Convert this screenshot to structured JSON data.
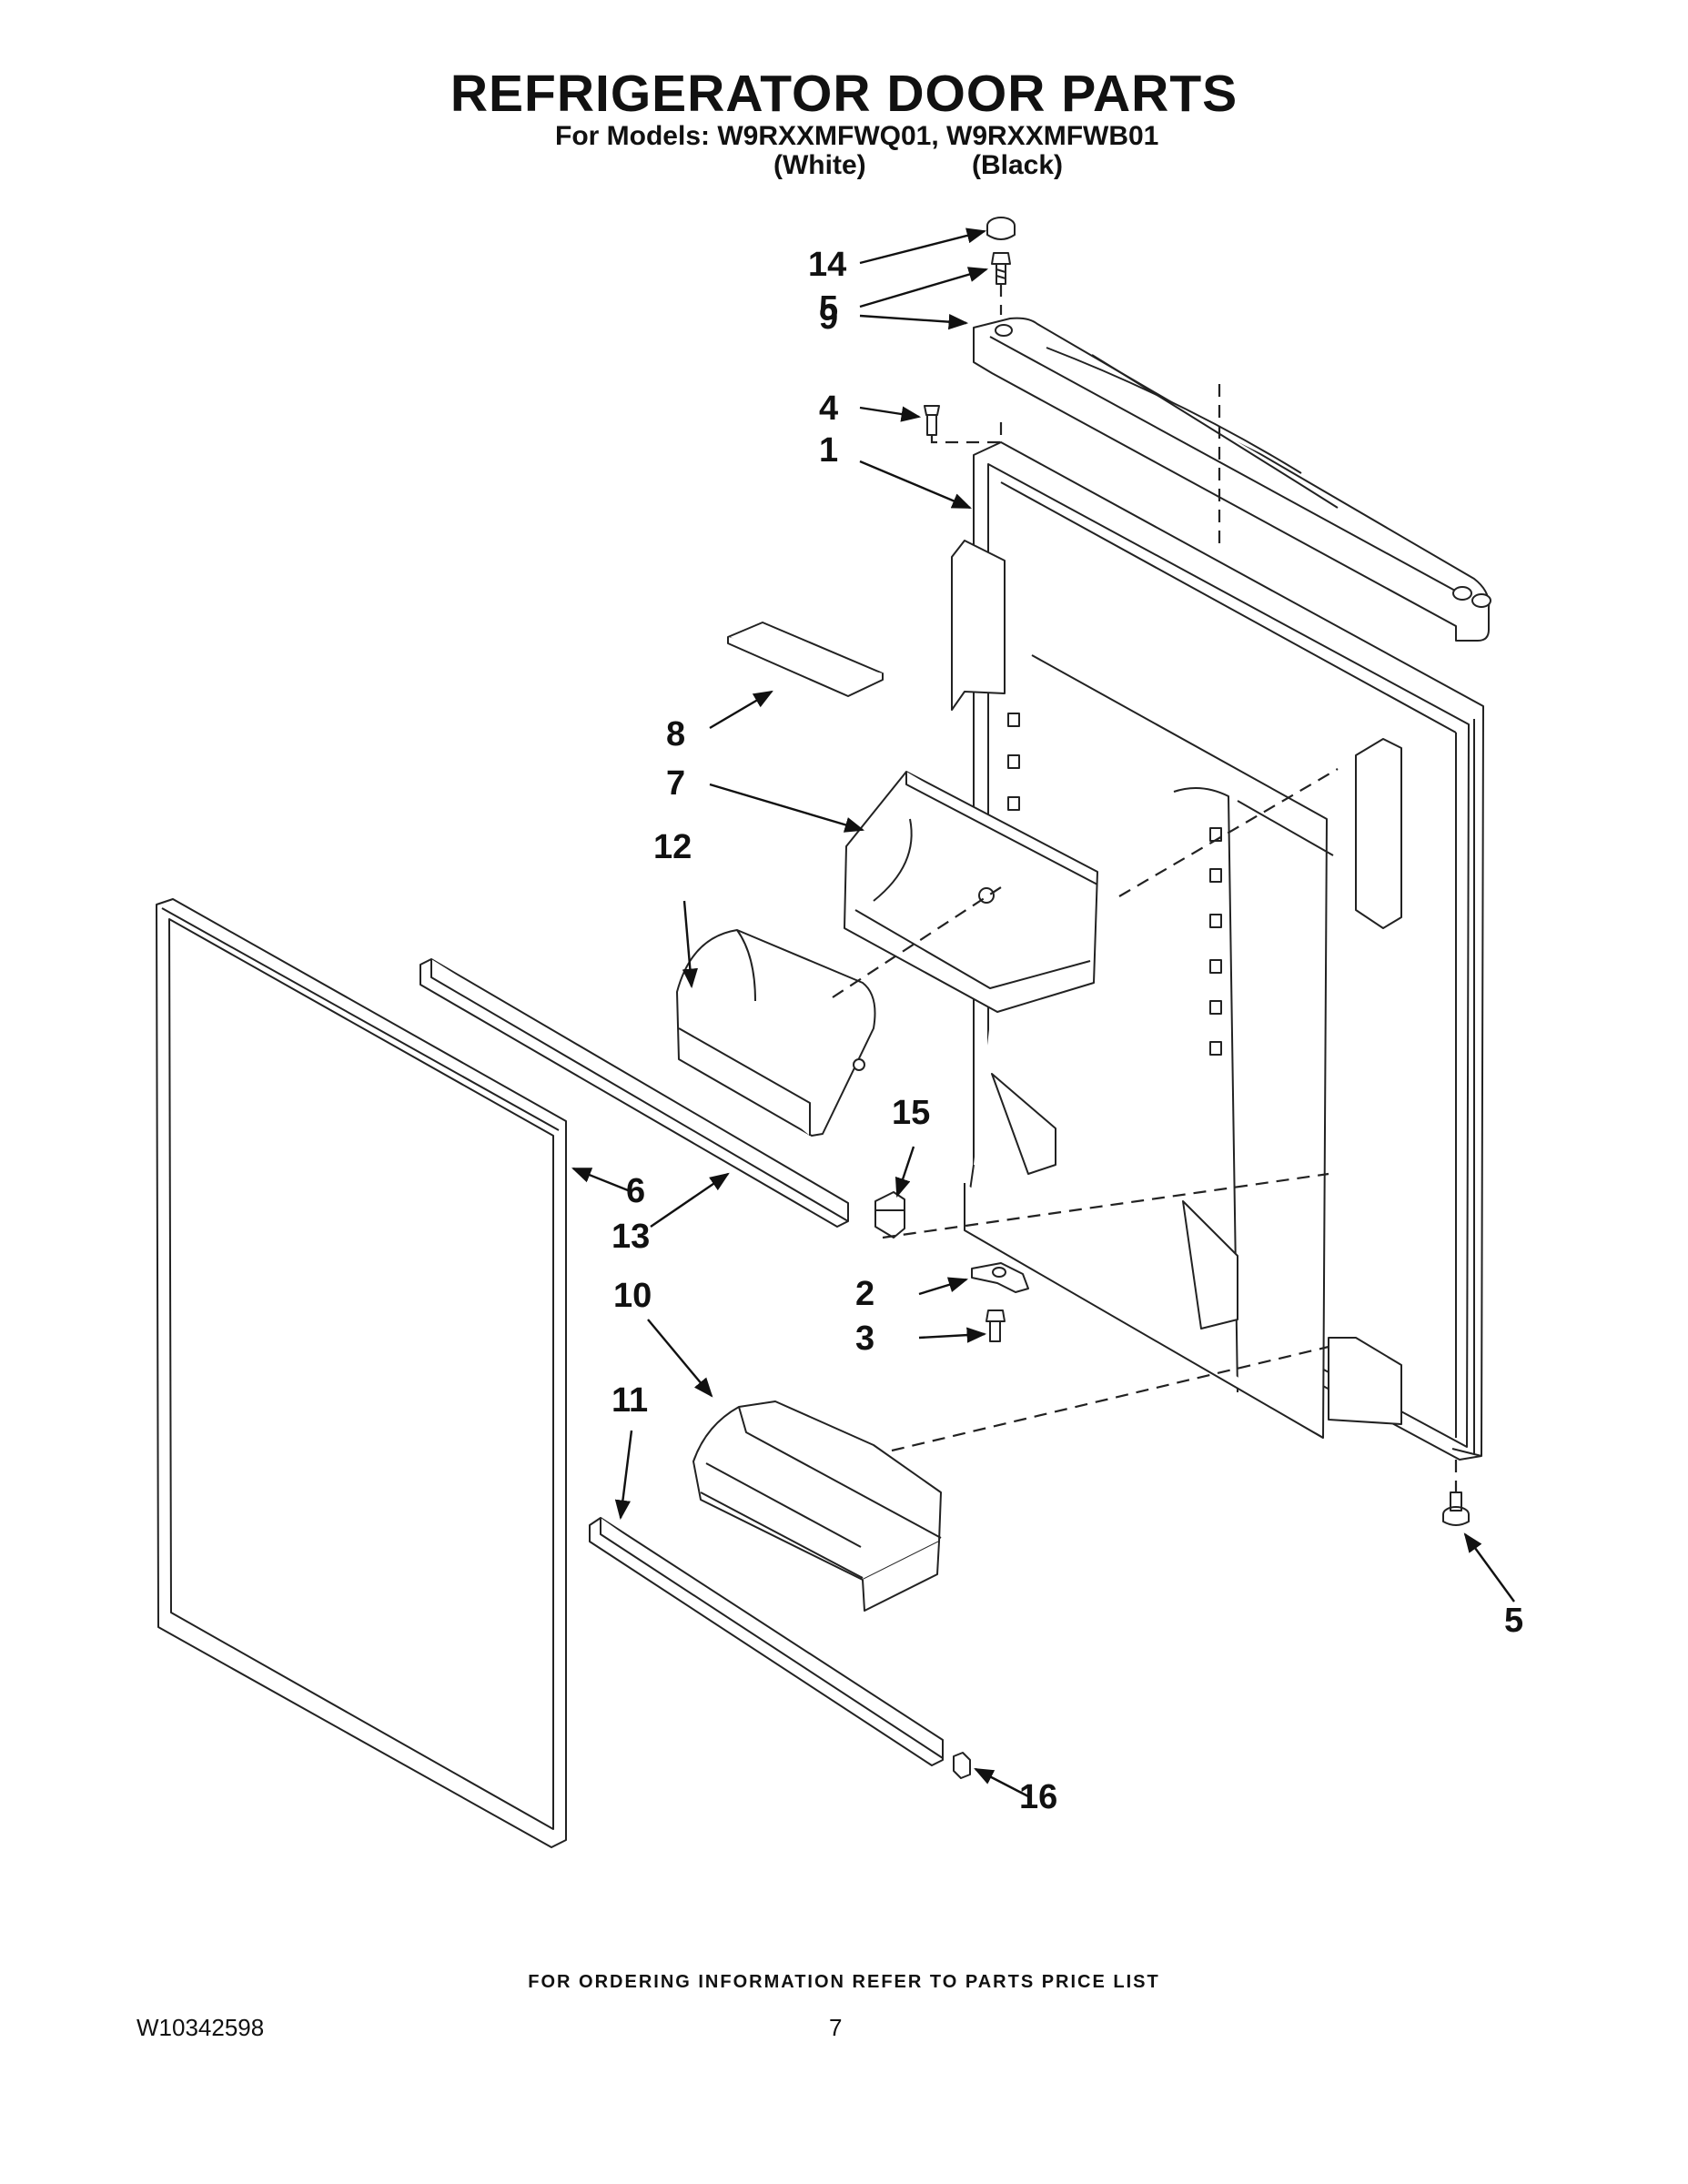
{
  "header": {
    "title": "REFRIGERATOR DOOR PARTS",
    "models_line": "For Models: W9RXXMFWQ01, W9RXXMFWB01",
    "variant_white": "(White)",
    "variant_black": "(Black)"
  },
  "callouts": {
    "c14": "14",
    "c5_top": "5",
    "c9": "9",
    "c4": "4",
    "c1": "1",
    "c8": "8",
    "c7": "7",
    "c12": "12",
    "c6": "6",
    "c13": "13",
    "c15": "15",
    "c2": "2",
    "c3": "3",
    "c10": "10",
    "c11": "11",
    "c5_bottom": "5",
    "c16": "16"
  },
  "footer": {
    "ordering_note": "FOR ORDERING INFORMATION REFER TO PARTS PRICE LIST",
    "doc_number": "W10342598",
    "page_number": "7"
  }
}
